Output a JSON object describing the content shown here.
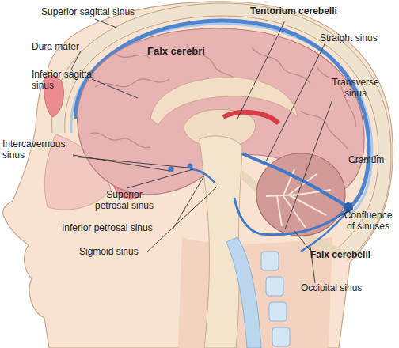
{
  "diagram": {
    "labels": [
      "Superior sagittal sinus",
      "Dura mater",
      "Inferior sagittal sinus",
      "Intercavernous sinus",
      "Superior petrosal sinus",
      "Inferior petrosal sinus",
      "Sigmoid sinus",
      "Tentorium cerebelli",
      "Falx cerebri",
      "Straight sinus",
      "Transverse sinus",
      "Cranium",
      "Confluence of sinuses",
      "Falx cerebelli",
      "Occipital sinus"
    ]
  }
}
